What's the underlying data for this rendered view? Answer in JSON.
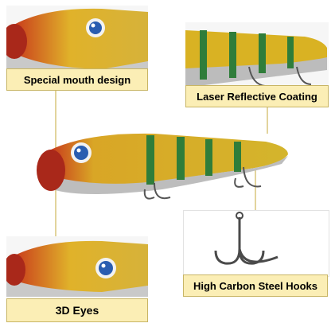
{
  "callouts": {
    "mouth": "Special mouth design",
    "coating": "Laser Reflective Coating",
    "hooks": "High Carbon Steel Hooks",
    "eyes": "3D Eyes"
  },
  "colors": {
    "label_bg": "#fbeeb5",
    "leader_line": "#d8c57c",
    "lure_gold": "#d9b223",
    "lure_green": "#2f7d3a",
    "lure_red": "#c7341f",
    "lure_belly": "#b9b9b9",
    "eye_blue": "#2a5db0"
  },
  "icons": [
    "treble-hook-icon",
    "fishing-lure-image"
  ]
}
